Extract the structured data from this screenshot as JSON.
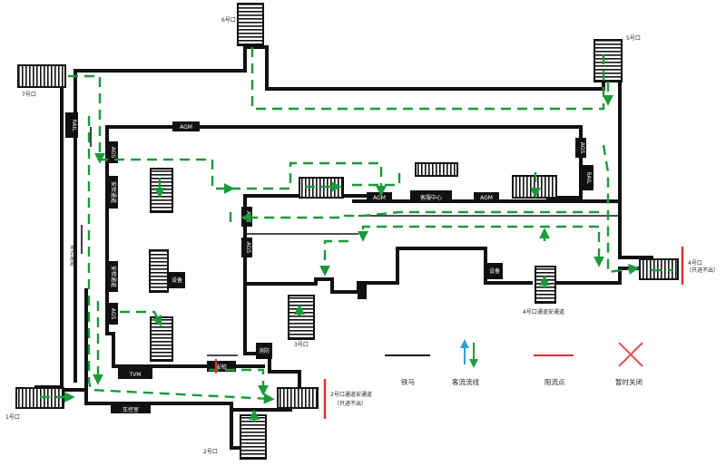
{
  "exits": {
    "e1": "1号口",
    "e2": "2号口",
    "e3": "3号口",
    "e4": "4号口",
    "e4_note": "（只进不出）",
    "e5": "5号口",
    "e6": "6号口",
    "e7": "7号口"
  },
  "passages": {
    "p2": "2号口通道安通道",
    "p2_note": "（只进不出）",
    "p4": "4号口通道安通道"
  },
  "facilities": {
    "agm": "AGM",
    "ags": "AGS",
    "rail": "RAIL",
    "tvm": "TVM",
    "service_center": "客服中心",
    "control_room": "车控室",
    "fire_room": "消防",
    "security_check": "安检",
    "small_box": "设备",
    "vertical_tag": "安检通道"
  },
  "legend": {
    "barrier_label": "铁马",
    "flow_label": "客流流线",
    "block_label": "阻流点",
    "closed_label": "暂时关闭"
  },
  "colors": {
    "wall": "#111111",
    "flow_green": "#1a9a3a",
    "flow_blue": "#2aa0e0",
    "block_red": "#e03030",
    "closed_red": "#e05050"
  }
}
